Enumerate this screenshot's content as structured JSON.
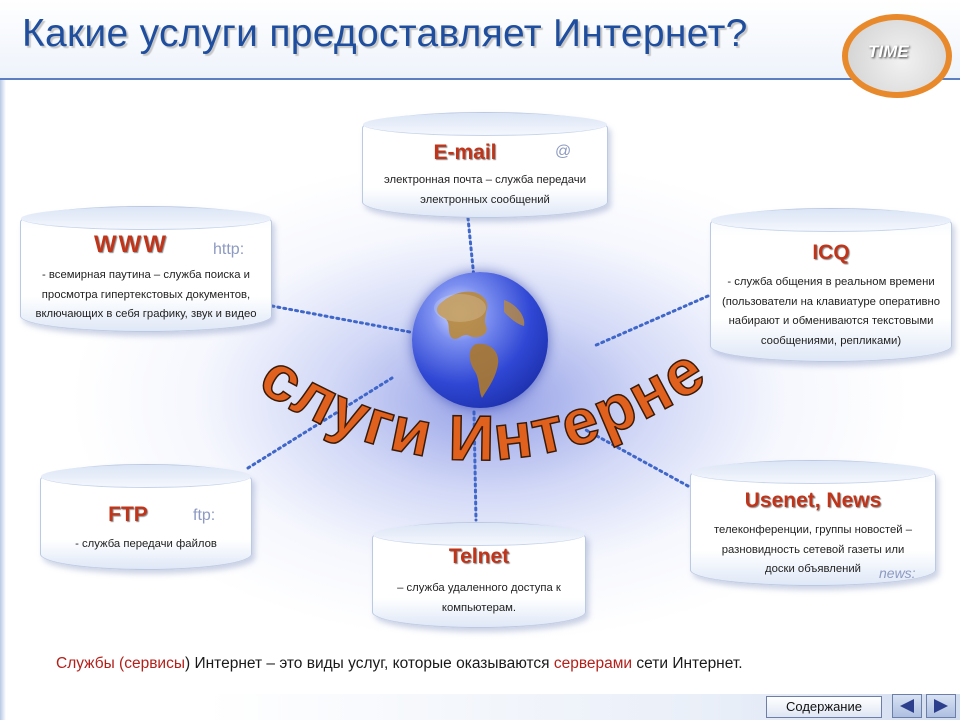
{
  "slide": {
    "title": "Какие услуги предоставляет Интернет?",
    "logo_text": "TIME",
    "center_caption": "Услуги Интернет",
    "services": [
      {
        "id": "email",
        "name": "E-mail",
        "note": "@",
        "description": [
          "электронная почта – служба передачи",
          "электронных сообщений"
        ]
      },
      {
        "id": "www",
        "name": "WWW",
        "note": "http:",
        "description": [
          "- всемирная паутина – служба поиска и",
          "просмотра гипертекстовых документов,",
          "включающих в себя графику, звук и видео"
        ]
      },
      {
        "id": "icq",
        "name": "ICQ",
        "note": "",
        "description": [
          "- служба общения в реальном времени",
          "(пользователи на клавиатуре оперативно",
          "набирают и обмениваются текстовыми",
          "сообщениями, репликами)"
        ]
      },
      {
        "id": "ftp",
        "name": "FTP",
        "note": "ftp:",
        "description": [
          "- служба передачи файлов"
        ]
      },
      {
        "id": "telnet",
        "name": "Telnet",
        "note": "",
        "description": [
          "– служба удаленного доступа к",
          "компьютерам."
        ]
      },
      {
        "id": "usenet",
        "name": "Usenet, News",
        "note": "news:",
        "description": [
          "телеконференции, группы новостей –",
          "разновидность сетевой газеты или",
          "доски объявлений"
        ]
      }
    ],
    "footer": {
      "part1": "Службы (",
      "part2": "сервисы",
      "part3": ") Интернет – это виды услуг, которые оказываются ",
      "part4": "серверами",
      "part5": " сети Интернет."
    },
    "nav": {
      "contents_label": "Содержание",
      "prev_icon": "triangle-left-icon",
      "next_icon": "triangle-right-icon"
    }
  },
  "colors": {
    "title": "#1f4e9e",
    "service_name": "#c0341a",
    "note": "#8d9ac2",
    "footer_highlight": "#b3201a",
    "arc_text": "#e0601e"
  }
}
